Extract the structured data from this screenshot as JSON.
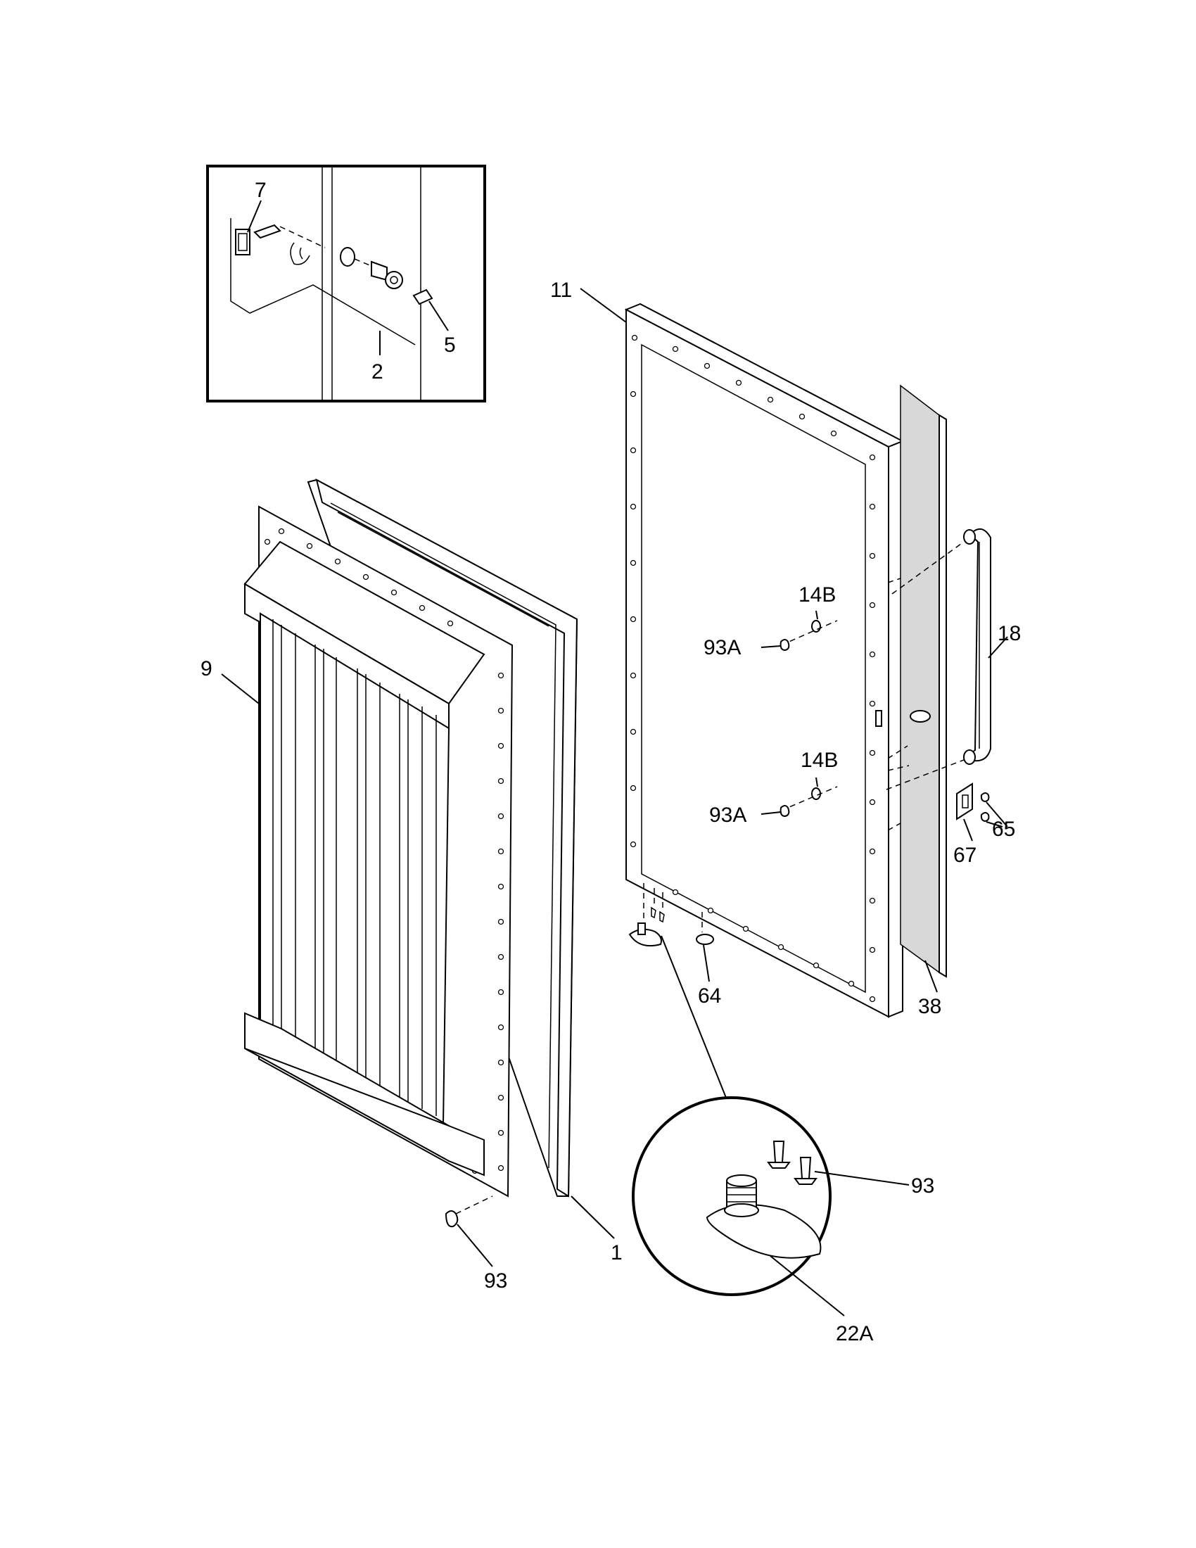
{
  "callouts": {
    "c7": "7",
    "c5": "5",
    "c2": "2",
    "c11": "11",
    "c14b_top": "14B",
    "c93a_top": "93A",
    "c18": "18",
    "c9": "9",
    "c14b_bot": "14B",
    "c93a_bot": "93A",
    "c65": "65",
    "c67": "67",
    "c64": "64",
    "c38": "38",
    "c93_detail": "93",
    "c1": "1",
    "c93_bottom": "93",
    "c22a": "22A"
  },
  "colors": {
    "line": "#000000",
    "background": "#ffffff",
    "shade": "#d8d8d8"
  }
}
